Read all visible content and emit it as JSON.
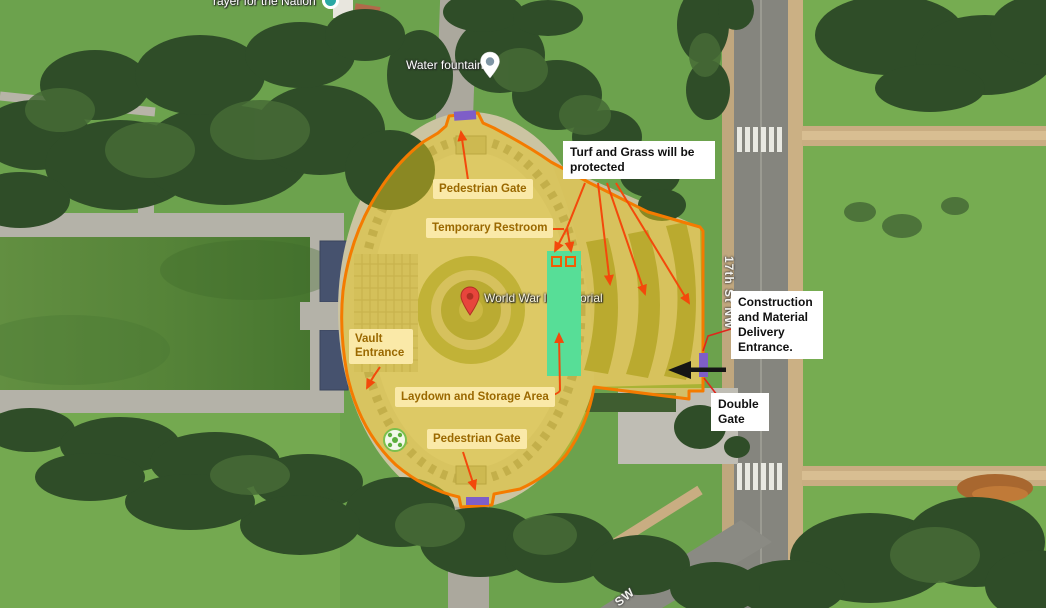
{
  "poi": {
    "top_partial_label": "rayer for the Nation",
    "water_fountain": {
      "label": "Water fountain"
    },
    "memorial": {
      "label": "World War II Memorial"
    },
    "street_17th": {
      "label": "17th St NW"
    },
    "street_sw": {
      "label": "SW"
    }
  },
  "annotations": {
    "pedestrian_gate_top": {
      "label": "Pedestrian Gate"
    },
    "temporary_restroom": {
      "label": "Temporary Restroom"
    },
    "vault_entrance": {
      "label": "Vault Entrance"
    },
    "laydown_storage": {
      "label": "Laydown and Storage Area"
    },
    "pedestrian_gate_bottom": {
      "label": "Pedestrian Gate"
    },
    "turf_protected": {
      "label": "Turf and Grass will be protected"
    },
    "construction_entrance": {
      "label": "Construction and Material Delivery Entrance."
    },
    "double_gate": {
      "label": "Double Gate"
    }
  },
  "legend_colors": {
    "work_zone_fill": "#E8C31E",
    "work_zone_border": "#F47B00",
    "gate_marker_purple": "#7E5EC8",
    "laydown_area_green": "#57DE97",
    "arrow_orange": "#F3490B",
    "callout_line_red": "#E0251C",
    "label_box_bg": "#FAE9A8",
    "label_box_text": "#9A6800"
  }
}
